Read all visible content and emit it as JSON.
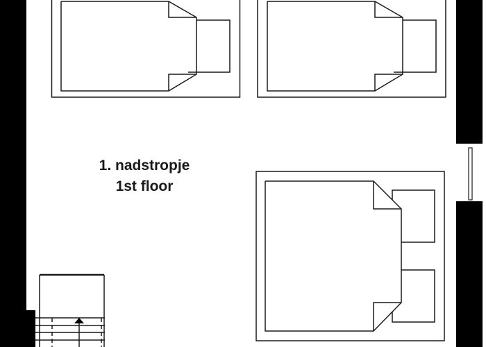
{
  "title": {
    "line1": "1. nadstropje",
    "line2": "1st floor"
  },
  "colors": {
    "wall": "#000000",
    "line": "#1a1a1a",
    "background": "#ffffff"
  },
  "furniture": [
    {
      "type": "single-bed",
      "position": "top-left",
      "pillows": 1
    },
    {
      "type": "single-bed",
      "position": "top-right",
      "pillows": 1
    },
    {
      "type": "double-bed",
      "position": "bottom-right",
      "pillows": 2
    }
  ],
  "features": [
    {
      "type": "staircase",
      "position": "bottom-left",
      "direction": "up"
    },
    {
      "type": "window",
      "position": "right-wall"
    }
  ]
}
